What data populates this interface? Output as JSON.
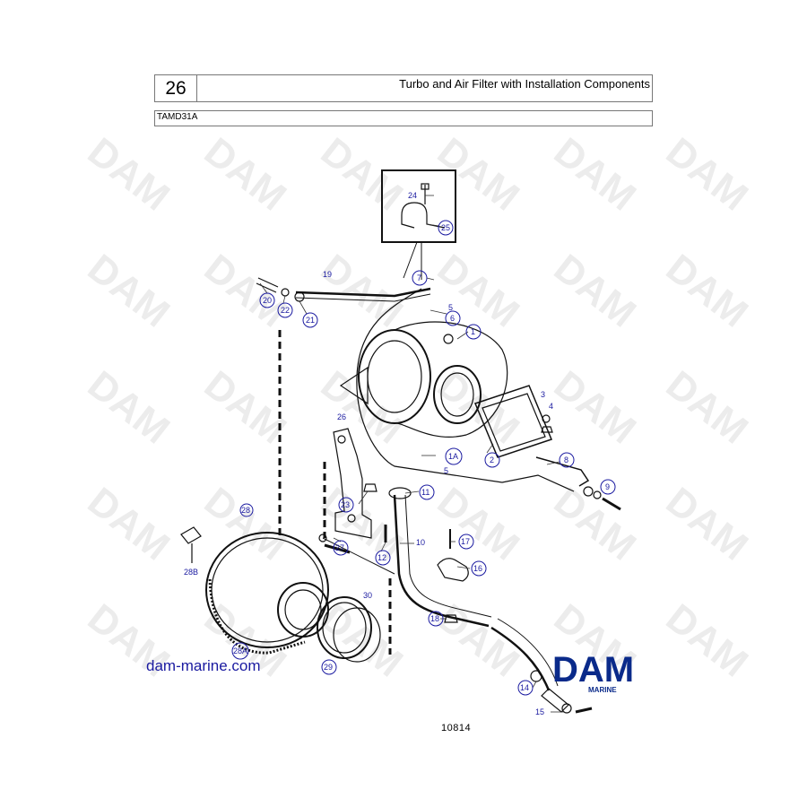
{
  "header": {
    "page_number": "26",
    "title": "Turbo and Air Filter with Installation Components",
    "model": "TAMD31A"
  },
  "watermark": {
    "text": "DAM"
  },
  "footer": {
    "website": "dam-marine.com",
    "figure_number": "10814",
    "brand_logo": "DAM",
    "brand_sub": "MARINE"
  },
  "colors": {
    "callout": "#1a1aa0",
    "brand": "#0a2a8a",
    "watermark": "#ececec"
  },
  "callouts": [
    "1",
    "1A",
    "2",
    "6",
    "7",
    "8",
    "9",
    "11",
    "12",
    "14",
    "16",
    "17",
    "18",
    "20",
    "21",
    "22",
    "23",
    "24",
    "25",
    "27",
    "28",
    "28A",
    "29"
  ],
  "labels": [
    "3",
    "4",
    "5",
    "5",
    "10",
    "15",
    "19",
    "26",
    "28B",
    "30"
  ]
}
